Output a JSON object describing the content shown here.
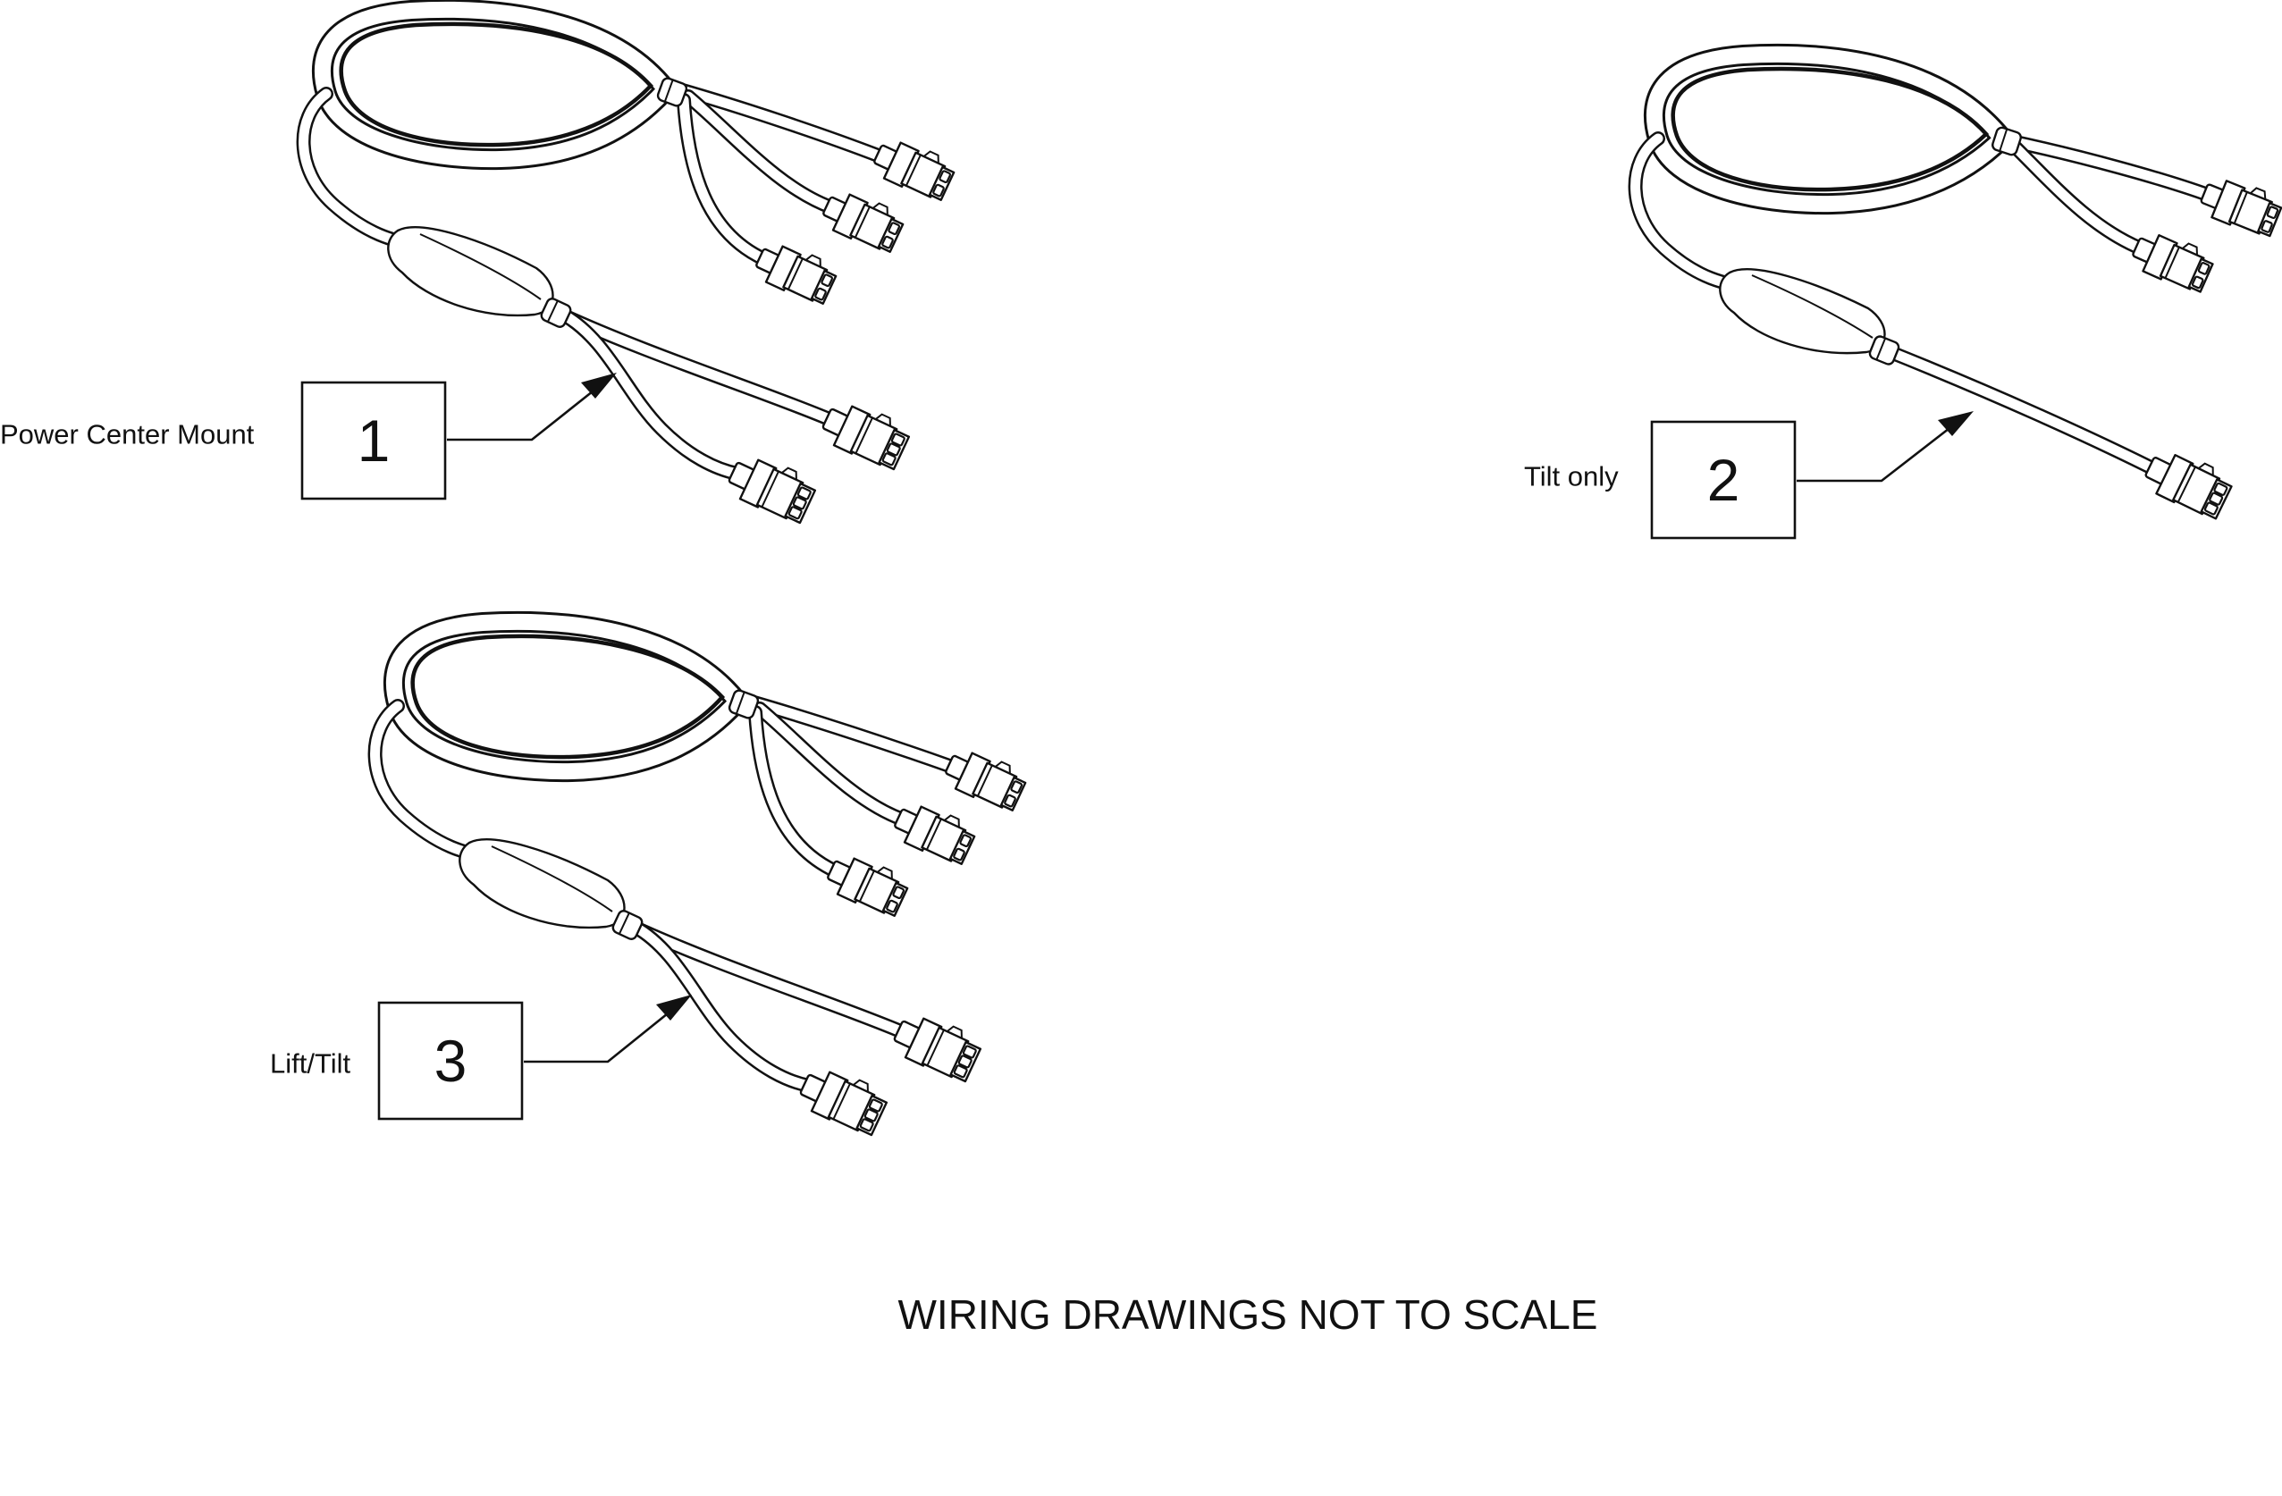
{
  "figure": {
    "note": "WIRING DRAWINGS NOT TO SCALE",
    "callouts": [
      {
        "number": "1",
        "label": "Power Center Mount"
      },
      {
        "number": "2",
        "label": "Tilt only"
      },
      {
        "number": "3",
        "label": "Lift/Tilt"
      }
    ]
  },
  "colors": {
    "line": "#111111",
    "background": "#ffffff"
  }
}
